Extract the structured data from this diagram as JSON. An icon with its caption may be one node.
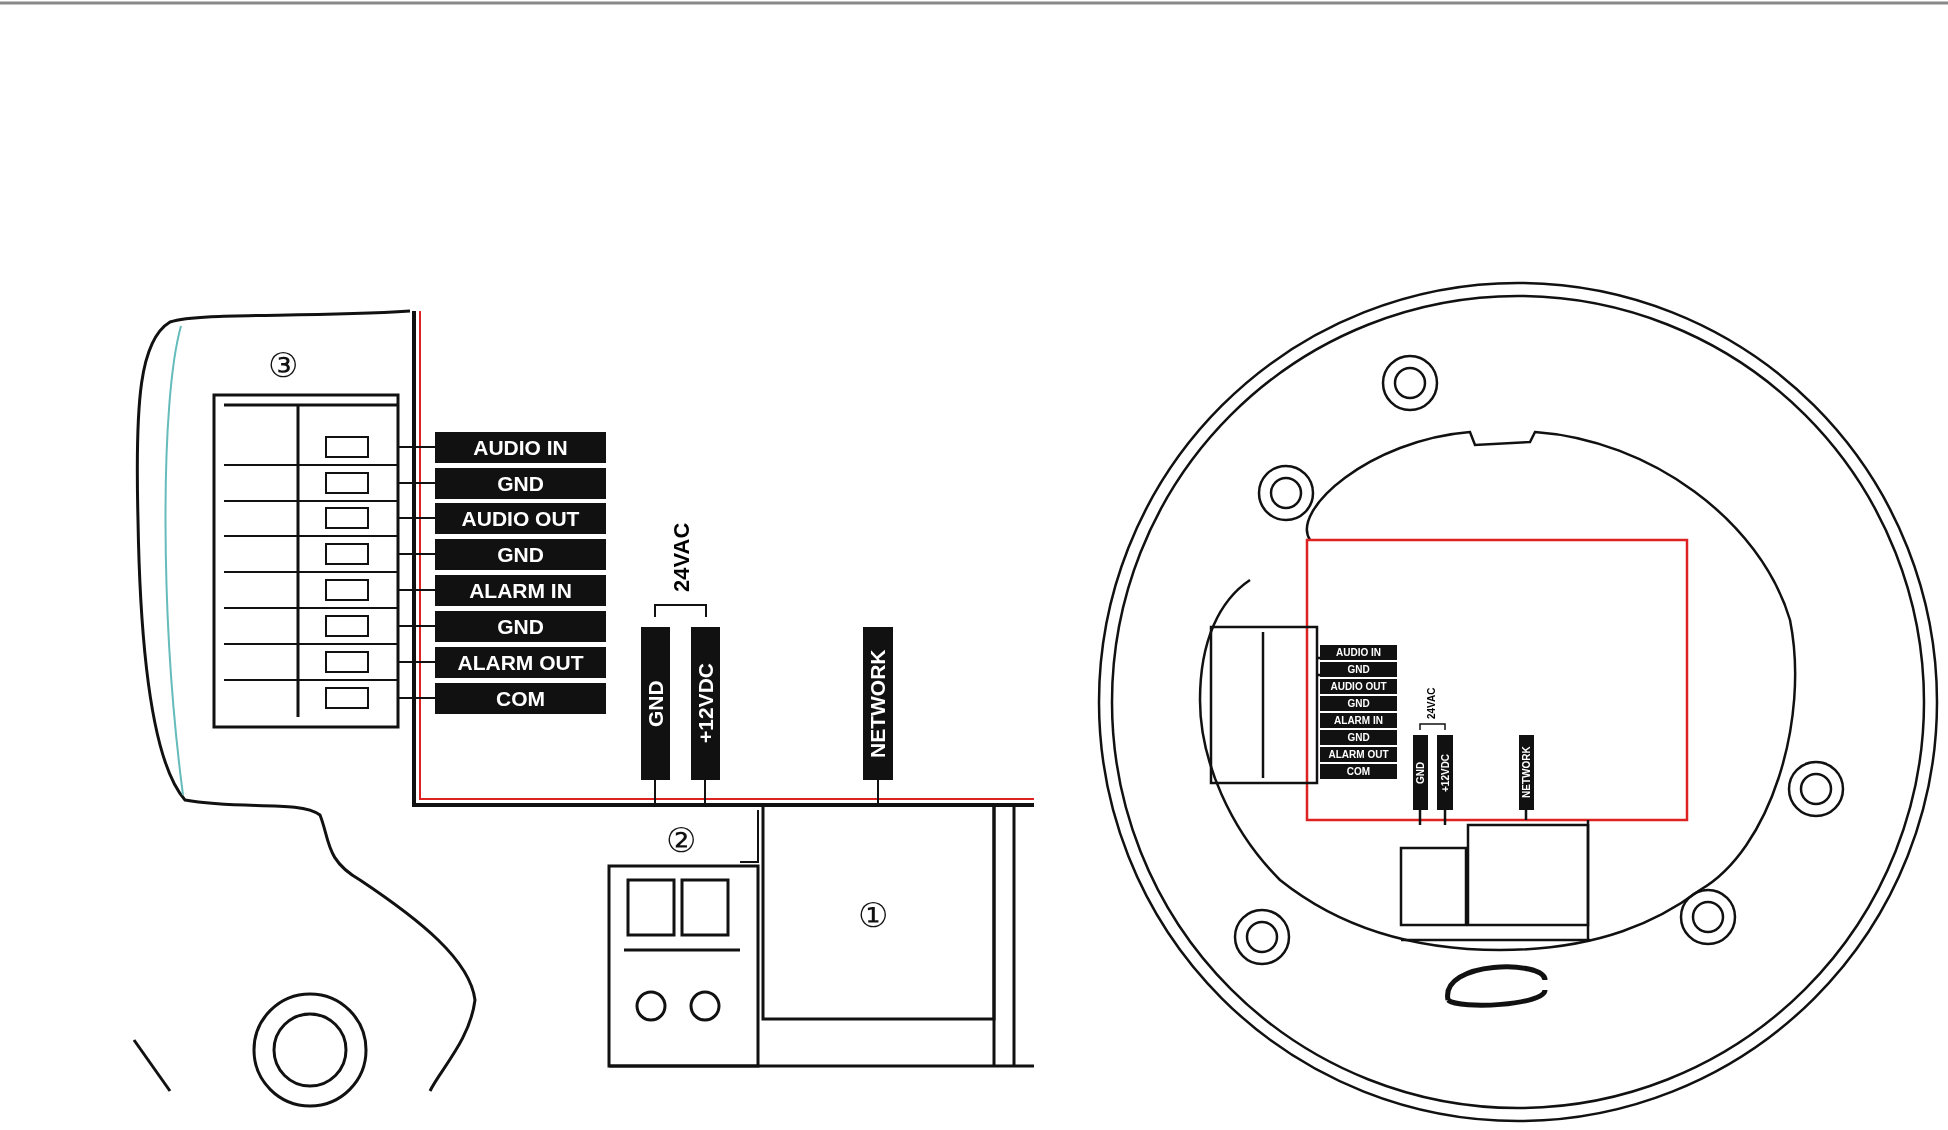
{
  "diagram": {
    "labels": [
      "③",
      "AUDIO IN",
      "GND",
      "AUDIO OUT",
      "GND",
      "ALARM IN",
      "GND",
      "ALARM OUT",
      "COM",
      "24VAC",
      "GND",
      "+12VDC",
      "NETWORK",
      "②",
      "①",
      "AUDIO IN",
      "GND",
      "AUDIO OUT",
      "GND",
      "ALARM IN",
      "GND",
      "ALARM OUT",
      "COM",
      "24VAC",
      "GND",
      "+12VDC",
      "NETWORK"
    ]
  }
}
